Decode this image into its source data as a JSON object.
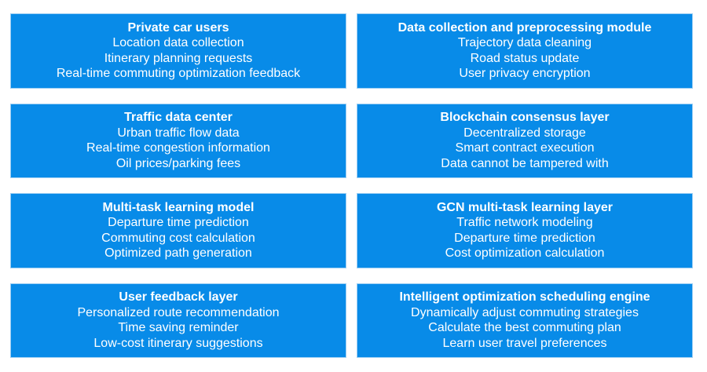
{
  "colors": {
    "box_fill": "#088BE8",
    "box_edge": "#9ccef3",
    "text": "#FFFFFF",
    "page_background": "#FFFFFF"
  },
  "boxes": [
    {
      "title": "Private car users",
      "items": [
        "Location data collection",
        "Itinerary planning requests",
        "Real-time commuting optimization feedback"
      ]
    },
    {
      "title": "Data collection and preprocessing module",
      "items": [
        "Trajectory data cleaning",
        "Road status update",
        "User privacy encryption"
      ]
    },
    {
      "title": "Traffic data center",
      "items": [
        "Urban traffic flow data",
        "Real-time congestion information",
        "Oil prices/parking fees"
      ]
    },
    {
      "title": "Blockchain consensus layer",
      "items": [
        "Decentralized storage",
        "Smart contract execution",
        "Data cannot be tampered with"
      ]
    },
    {
      "title": "Multi-task learning model",
      "items": [
        "Departure time prediction",
        "Commuting cost calculation",
        "Optimized path generation"
      ]
    },
    {
      "title": "GCN multi-task learning layer",
      "items": [
        "Traffic network modeling",
        "Departure time prediction",
        "Cost optimization calculation"
      ]
    },
    {
      "title": "User feedback layer",
      "items": [
        "Personalized route recommendation",
        "Time saving reminder",
        "Low-cost itinerary suggestions"
      ]
    },
    {
      "title": "Intelligent optimization scheduling engine",
      "items": [
        "Dynamically adjust commuting strategies",
        "Calculate the best commuting plan",
        "Learn user travel preferences"
      ]
    }
  ]
}
